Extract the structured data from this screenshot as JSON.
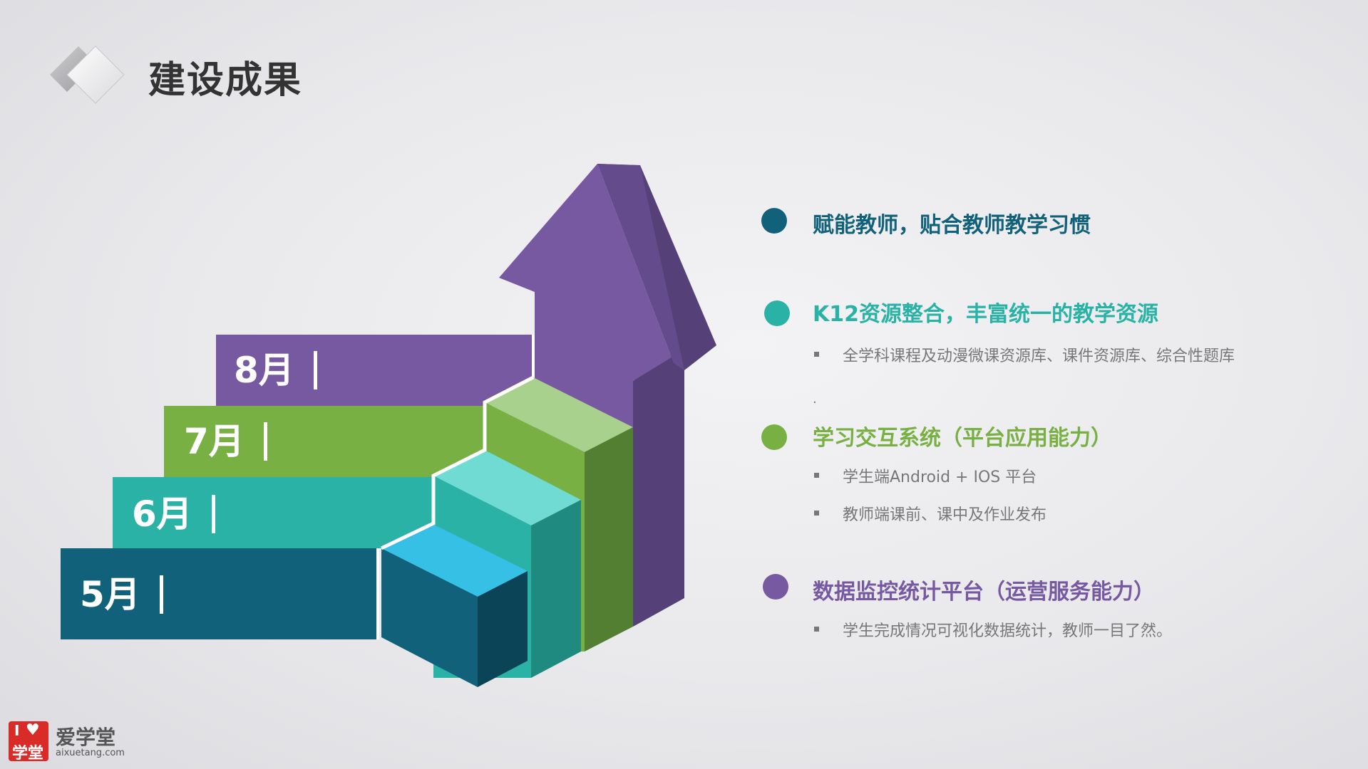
{
  "header": {
    "title": "建设成果",
    "diamond_icon": "diamond-icon"
  },
  "stairs": {
    "steps": [
      {
        "label": "5月",
        "color": "#12617b"
      },
      {
        "label": "6月",
        "color": "#2ab2a7"
      },
      {
        "label": "7月",
        "color": "#78b043"
      },
      {
        "label": "8月",
        "color": "#7659a1"
      }
    ],
    "arrow_color": "#7659a1",
    "arrow_dark_color": "#554178",
    "arrow_icon": "up-arrow-icon"
  },
  "features": [
    {
      "title": "赋能教师，贴合教师教学习惯",
      "color": "#12617b",
      "items": []
    },
    {
      "title": "K12资源整合，丰富统一的教学资源",
      "color": "#2ab2a7",
      "items": [
        "全学科课程及动漫微课资源库、课件资源库、综合性题库"
      ]
    },
    {
      "title": "学习交互系统（平台应用能力）",
      "color": "#78b043",
      "items": [
        "学生端Android + IOS  平台",
        "教师端课前、课中及作业发布"
      ]
    },
    {
      "title": "数据监控统计平台（运营服务能力）",
      "color": "#7659a1",
      "items": [
        "学生完成情况可视化数据统计，教师一目了然。"
      ]
    }
  ],
  "stray_mark": ".",
  "brand": {
    "logo_top": "I",
    "logo_bottom": "学堂",
    "name": "爱学堂",
    "url": "aixuetang.com",
    "heart_icon": "heart-icon",
    "color": "#d92b27"
  }
}
